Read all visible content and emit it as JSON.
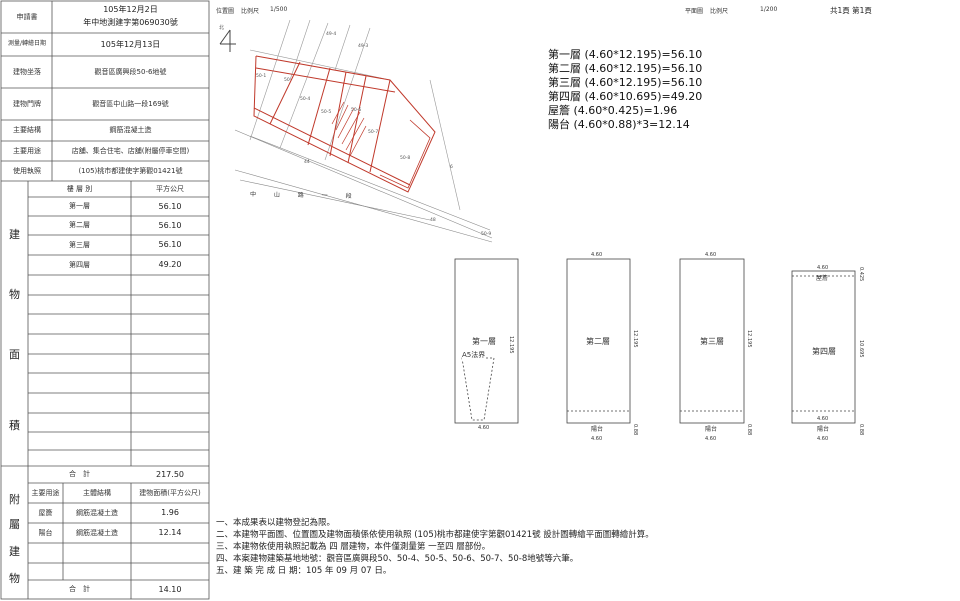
{
  "left_table": {
    "header_rows": [
      {
        "label": "申請書",
        "value_line1": "105年12月2日",
        "value_line2": "年中地測建字第069030號"
      },
      {
        "label": "測量/轉繪日期",
        "value_line1": "105年12月13日",
        "value_line2": ""
      },
      {
        "label": "建物坐落",
        "value_line1": "觀音區廣興段50-6地號",
        "value_line2": ""
      },
      {
        "label": "建物門牌",
        "value_line1": "觀音區中山路一段169號",
        "value_line2": ""
      },
      {
        "label": "主要結構",
        "value_line1": "鋼筋混凝土造",
        "value_line2": ""
      },
      {
        "label": "主要用途",
        "value_line1": "店舖、集合住宅、店舖(附屬停車空間)",
        "value_line2": ""
      },
      {
        "label": "使用執照",
        "value_line1": "(105)桃市都建使字第觀01421號",
        "value_line2": ""
      }
    ],
    "area_section": {
      "side_label_chars": [
        "建",
        "物",
        "面",
        "積"
      ],
      "header_floor": "樓 層 別",
      "header_area": "平方公尺",
      "rows": [
        {
          "floor": "第一層",
          "area": "56.10"
        },
        {
          "floor": "第二層",
          "area": "56.10"
        },
        {
          "floor": "第三層",
          "area": "56.10"
        },
        {
          "floor": "第四層",
          "area": "49.20"
        }
      ],
      "total_label": "合　計",
      "total_value": "217.50"
    },
    "annex_section": {
      "side_label_chars": [
        "附",
        "屬",
        "建",
        "物"
      ],
      "header_use": "主要用途",
      "header_struct": "主體結構",
      "header_area": "建物面積(平方公尺)",
      "rows": [
        {
          "use": "屋簷",
          "struct": "鋼筋混凝土造",
          "area": "1.96"
        },
        {
          "use": "陽台",
          "struct": "鋼筋混凝土造",
          "area": "12.14"
        }
      ],
      "total_label": "合　計",
      "total_value": "14.10"
    }
  },
  "location_map": {
    "title": "位置圖",
    "scale_label": "比例尺",
    "scale_value": "1/500",
    "north_label": "北",
    "road_label": "中 山 路 一 段",
    "parcel_labels": [
      "49-4",
      "49-3",
      "50-1",
      "50",
      "50-4",
      "50-5",
      "50-6",
      "50-7",
      "50-8",
      "44",
      "48",
      "6",
      "50-9"
    ]
  },
  "floor_plan_header": {
    "title": "平面圖",
    "scale_label": "比例尺",
    "scale_value": "1/200",
    "page_info": "共1頁 第1頁"
  },
  "calculations": [
    "第一層 (4.60*12.195)=56.10",
    "第二層 (4.60*12.195)=56.10",
    "第三層 (4.60*12.195)=56.10",
    "第四層 (4.60*10.695)=49.20",
    "屋簷 (4.60*0.425)=1.96",
    "陽台 (4.60*0.88)*3=12.14"
  ],
  "plans": [
    {
      "name": "第一層",
      "width": "4.60",
      "depth": "12.195",
      "extra": "A5法界",
      "balcony": "",
      "balcony_depth": ""
    },
    {
      "name": "第二層",
      "width": "4.60",
      "depth": "12.195",
      "extra": "",
      "balcony": "陽台",
      "balcony_depth": "0.88"
    },
    {
      "name": "第三層",
      "width": "4.60",
      "depth": "12.195",
      "extra": "",
      "balcony": "陽台",
      "balcony_depth": "0.88"
    },
    {
      "name": "第四層",
      "width": "4.60",
      "depth": "10.695",
      "extra": "屋簷",
      "eave_depth": "0.425",
      "balcony": "陽台",
      "balcony_depth": "0.88"
    }
  ],
  "notes": [
    "一、本成果表以建物登記為限。",
    "二、本建物平面圖、位置圖及建物面積係依使用執照 (105)桃市都建使字第觀01421號 設計圖轉繪平面圖轉繪計算。",
    "三、本建物依使用執照記載為 四 層建物，本件僅測量第 一至四 層部份。",
    "四、本案建物建築基地地號：觀音區廣興段50、50-4、50-5、50-6、50-7、50-8地號等六筆。",
    "五、建 築 完 成 日 期：105 年 09 月 07 日。"
  ]
}
